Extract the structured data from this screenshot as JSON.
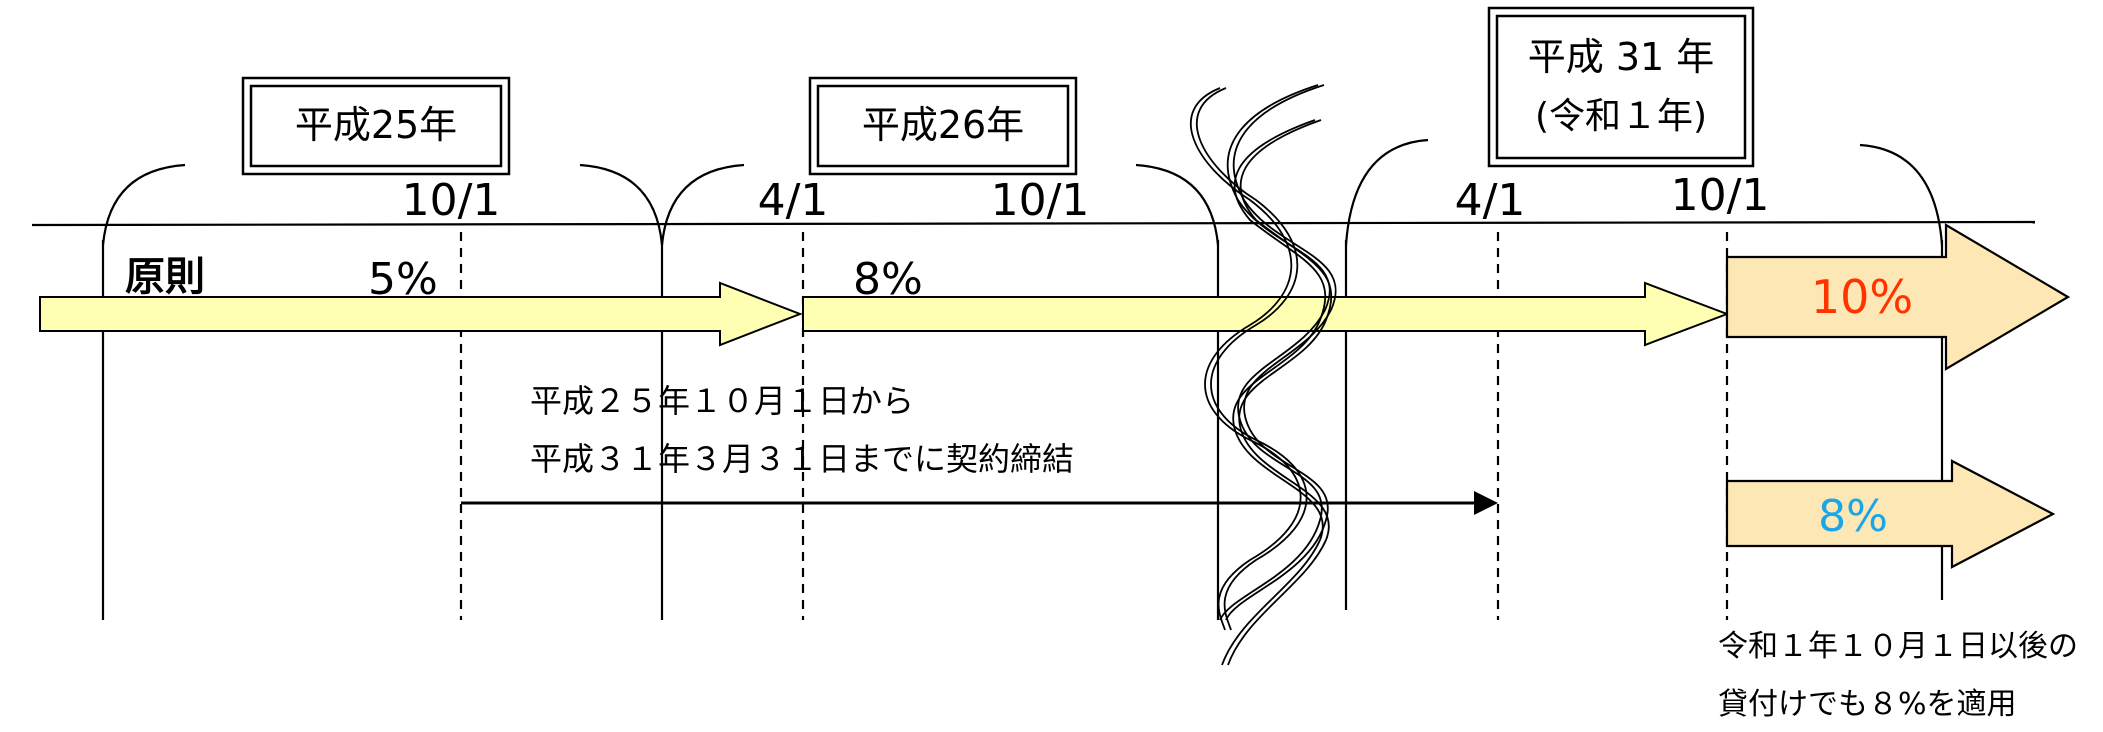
{
  "years": {
    "h25": "平成25年",
    "h26": "平成26年",
    "h31_line1": "平成 31 年",
    "h31_line2": "(令和１年)"
  },
  "dates": {
    "d_1001_a": "10/1",
    "d_0401_a": "4/1",
    "d_1001_b": "10/1",
    "d_0401_b": "4/1",
    "d_1001_c": "10/1"
  },
  "labels": {
    "principle": "原則",
    "rate_5": "5%",
    "rate_8": "8%",
    "rate_10": "10%",
    "rate_8_special": "8%",
    "contract_line1": "平成２５年１０月１日から",
    "contract_line2": "平成３１年３月３１日までに契約締結",
    "note_line1": "令和１年１０月１日以後の",
    "note_line2": "貸付けでも８%を適用"
  },
  "colors": {
    "arrow_fill_light": "#ffffb3",
    "arrow_fill_orange": "#fde7b4",
    "rate_10_color": "#ff3300",
    "rate_8_special_color": "#1aa6e8",
    "line_color": "#000000"
  }
}
